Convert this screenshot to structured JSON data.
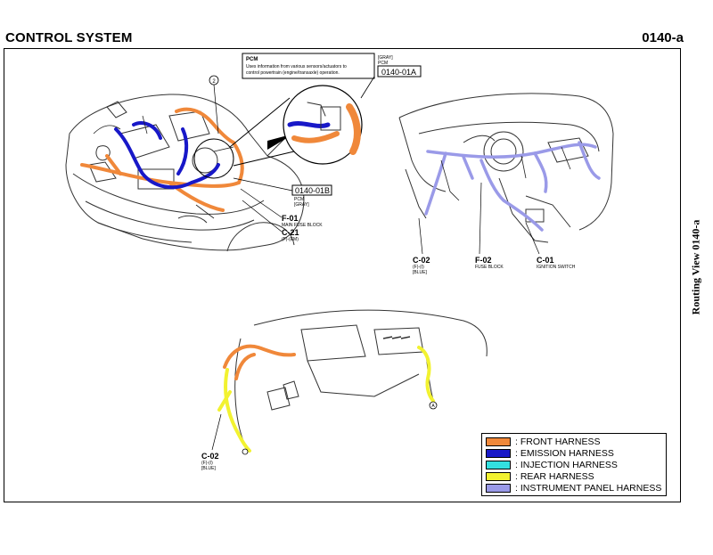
{
  "header": {
    "title": "CONTROL SYSTEM",
    "code": "0140-a"
  },
  "side_label": "Routing View 0140-a",
  "pcm_callout": {
    "title": "PCM",
    "description_line1": "Uses information from various sensors/actuators to",
    "description_line2": "control powertrain (engine/transaxle) operation.",
    "tag": "[GRAY]",
    "tag2": "PCM",
    "code": "0140-01A"
  },
  "engine_labels": {
    "circle_number": "2",
    "box_code": "0140-01B",
    "box_sub1": "PCM",
    "box_sub2": "[GRAY]",
    "f01_code": "F-01",
    "f01_name": "MAIN FUSE BLOCK",
    "c21_code": "C-21",
    "c21_sub": "(F)-(EM)"
  },
  "dash_labels": {
    "c02_code": "C-02",
    "c02_sub1": "(F)-(I)",
    "c02_sub2": "[BLUE]",
    "f02_code": "F-02",
    "f02_name": "FUSE BLOCK",
    "c01_code": "C-01",
    "c01_name": "IGNITION SWITCH"
  },
  "floor_labels": {
    "c02_code": "C-02",
    "c02_sub1": "(F)-(I)",
    "c02_sub2": "[BLUE]",
    "marker_a": "A"
  },
  "legend": [
    {
      "label": ": FRONT HARNESS",
      "color": "#f0883a"
    },
    {
      "label": ": EMISSION HARNESS",
      "color": "#1818c8"
    },
    {
      "label": ": INJECTION HARNESS",
      "color": "#33e0e0"
    },
    {
      "label": ": REAR HARNESS",
      "color": "#f2f230"
    },
    {
      "label": ": INSTRUMENT PANEL HARNESS",
      "color": "#9a9ae8"
    }
  ]
}
